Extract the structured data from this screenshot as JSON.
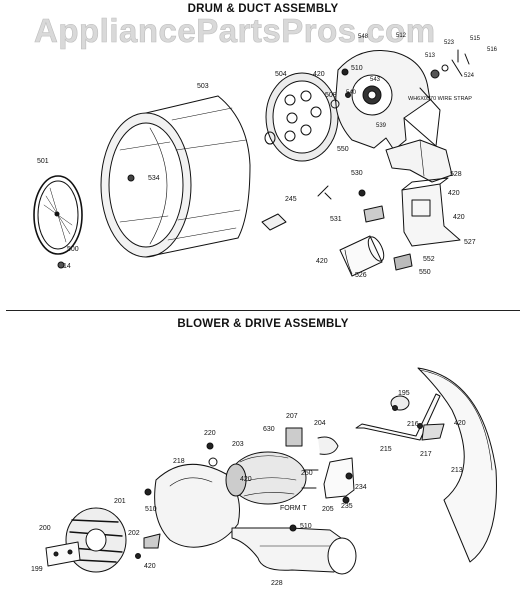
{
  "watermark": "AppliancePartsPros.com",
  "sections": {
    "drum_duct": {
      "title": "DRUM & DUCT ASSEMBLY"
    },
    "blower_drive": {
      "title": "BLOWER & DRIVE ASSEMBLY"
    }
  },
  "callouts": {
    "c503": "503",
    "c504": "504",
    "c501": "501",
    "c500": "500",
    "c14": "14",
    "c534": "534",
    "c245": "245",
    "c508": "508",
    "c510a": "510",
    "c420a": "420",
    "c548": "548",
    "c543": "543",
    "c540": "540",
    "c539": "539",
    "c512": "512",
    "c513": "513",
    "c523": "523",
    "c515": "515",
    "c516": "516",
    "c524": "524",
    "wirestrap": "WH6X0570 WIRE STRAP",
    "c528": "528",
    "c550a": "550",
    "c530": "530",
    "c531": "531",
    "c420b": "420",
    "c420c": "420",
    "c527": "527",
    "c420d": "420",
    "c526": "526",
    "c552": "552",
    "c550b": "550",
    "c195": "195",
    "c216": "216",
    "c420e": "420",
    "c215": "215",
    "c217": "217",
    "c213": "213",
    "c220": "220",
    "c203": "203",
    "c420f": "420",
    "c630": "630",
    "c207": "207",
    "c204": "204",
    "c250": "250",
    "formt": "FORM T",
    "c234": "234",
    "c205": "205",
    "c235": "235",
    "c218": "218",
    "c201": "201",
    "c510b": "510",
    "c202": "202",
    "c200": "200",
    "c199": "199",
    "c420g": "420",
    "c510c": "510",
    "c228": "228"
  }
}
